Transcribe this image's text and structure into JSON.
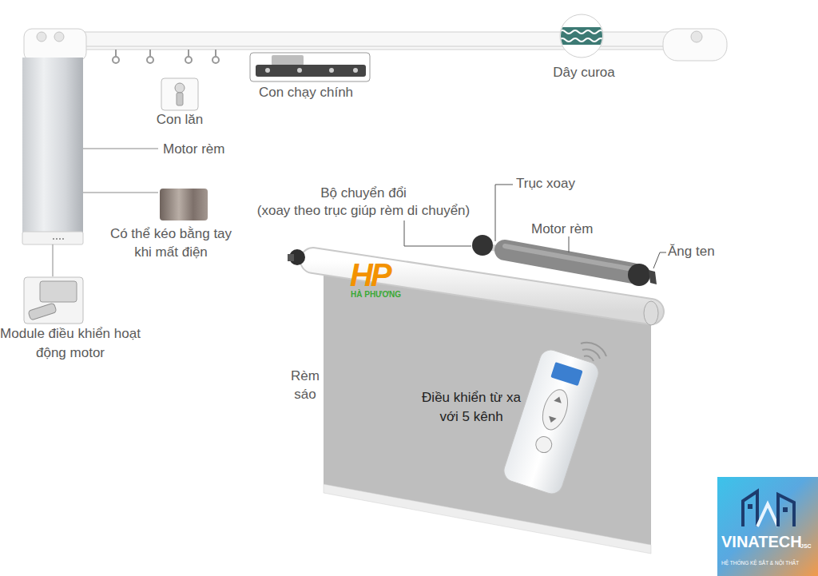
{
  "diagram": {
    "nodes": [
      {
        "text": [
          "VINATECH",
          "JSC",
          "HỆ THỐNG KỆ SẮT & NỘI THẤT"
        ]
      }
    ],
    "labels": [
      "Dây curoa",
      "Con chạy chính",
      "Con lăn",
      "Motor rèm",
      "Có thể kéo bằng tay khi mất điện",
      "Module điều khiển hoạt động motor",
      "Bộ chuyển đổi (xoay theo trục giúp rèm di chuyển)",
      "Trục xoay",
      "Motor rèm",
      "Ăng ten",
      "Rèm sáo",
      "Điều khiển từ xa với 5 kênh",
      "HP",
      "HÀ PHƯƠNG"
    ]
  }
}
